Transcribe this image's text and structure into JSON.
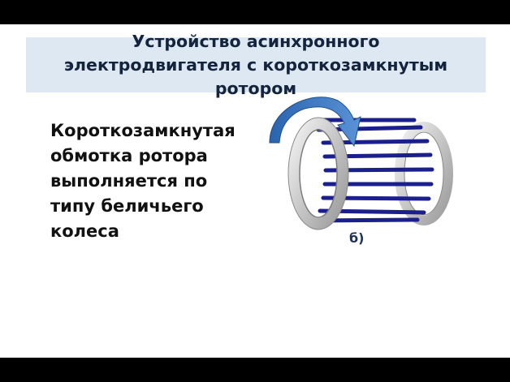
{
  "slide": {
    "title": "Устройство асинхронного электродвигателя с короткозамкнутым ротором",
    "title_lines": [
      "Устройство асинхронного",
      "электродвигателя с короткозамкнутым",
      "ротором"
    ],
    "body_lines": [
      "Короткозамкнутая",
      "обмотка ротора",
      "выполняется по",
      "типу беличьего",
      "колеса"
    ],
    "figure_label": "б)"
  },
  "colors": {
    "title_band": "#dde8f2",
    "title_text": "#14243d",
    "arrow": "#2f6fb8",
    "bars": "#1a1f8c",
    "rings": "#c9c9c9",
    "letterbox": "#000000"
  },
  "icons": {
    "arrow": "curved-rotation-arrow-icon",
    "rotor": "squirrel-cage-rotor-icon"
  }
}
